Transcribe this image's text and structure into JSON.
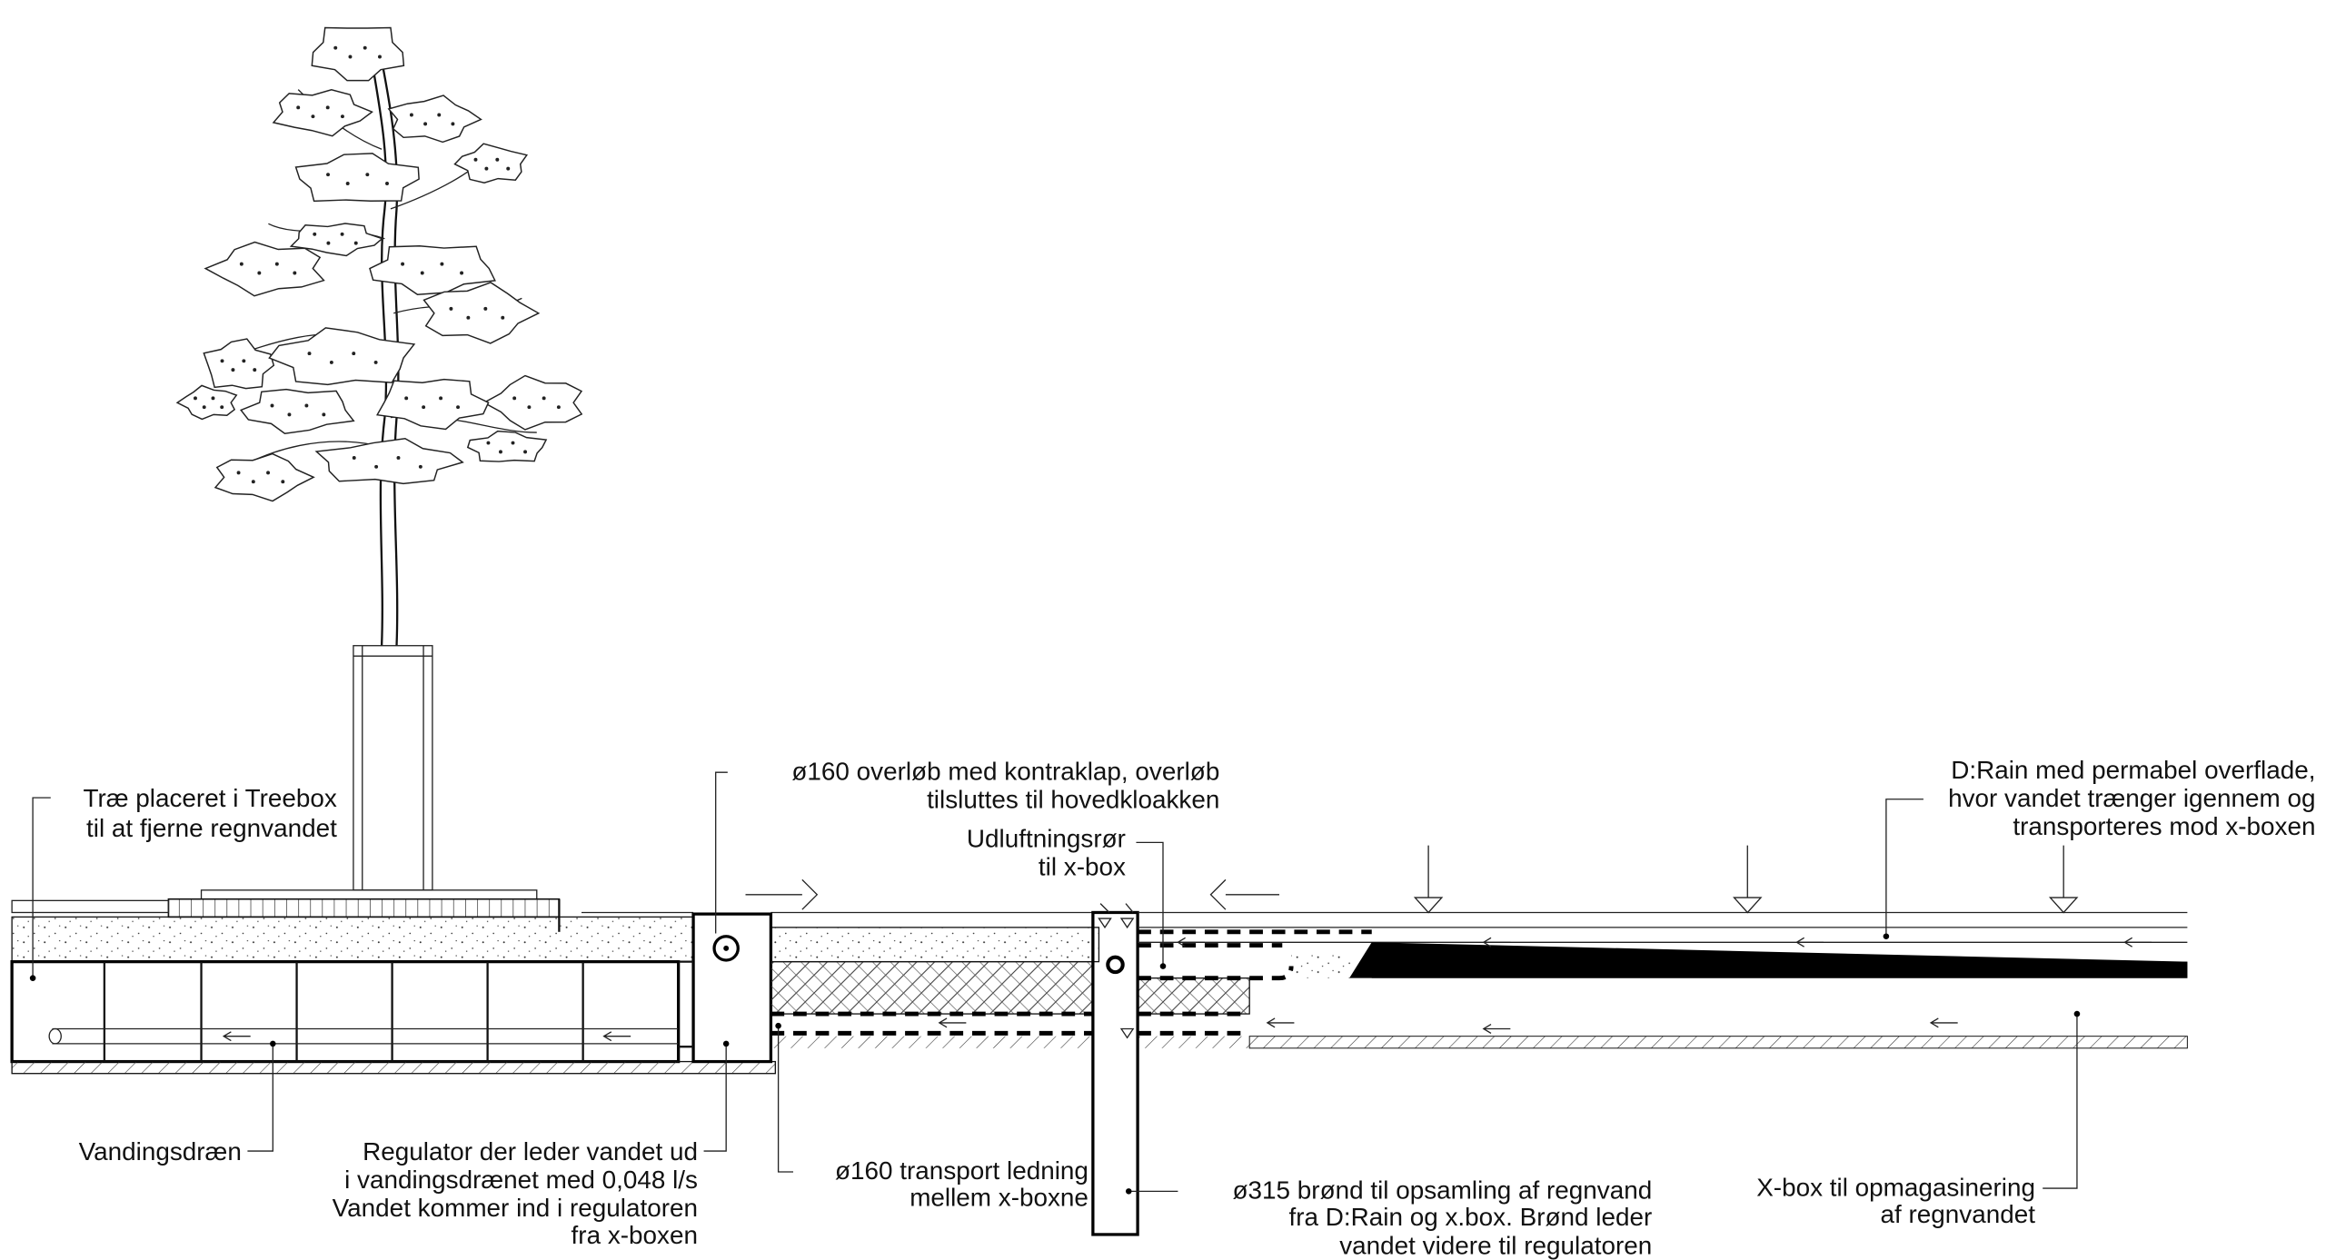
{
  "labels": {
    "tree": [
      "Træ placeret i Treebox",
      "til at fjerne regnvandet"
    ],
    "overflow": [
      "ø160 overløb med kontraklap, overløb",
      "tilsluttes til hovedkloakken"
    ],
    "vent": [
      "Udluftningsrør",
      "til x-box"
    ],
    "drain_surface": [
      "D:Rain med permabel overflade,",
      "hvor vandet trænger igennem og",
      "transporteres mod x-boxen"
    ],
    "irrigation_drain": [
      "Vandingsdræn"
    ],
    "regulator": [
      "Regulator der leder vandet ud",
      "i vandingsdrænet med 0,048 l/s",
      "Vandet kommer ind i regulatoren",
      "fra x-boxen"
    ],
    "transport_pipe": [
      "ø160 transport ledning",
      "mellem x-boxne"
    ],
    "well": [
      "ø315 brønd til opsamling af regnvand",
      "fra D:Rain og x.box. Brønd leder",
      "vandet videre til regulatoren"
    ],
    "xbox": [
      "X-box til opmagasinering",
      "af regnvandet"
    ]
  },
  "colors": {
    "line": "#111111",
    "fill": "#000000",
    "background": "#ffffff"
  }
}
